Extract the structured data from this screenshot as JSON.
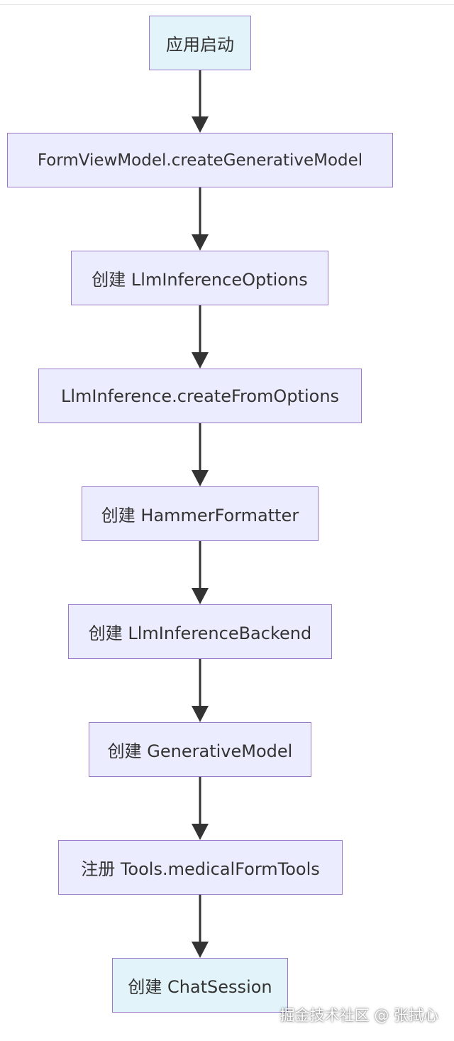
{
  "flowchart": {
    "nodes": [
      {
        "id": "n1",
        "label": "应用启动"
      },
      {
        "id": "n2",
        "label": "FormViewModel.createGenerativeModel"
      },
      {
        "id": "n3",
        "label": "创建 LlmInferenceOptions"
      },
      {
        "id": "n4",
        "label": "LlmInference.createFromOptions"
      },
      {
        "id": "n5",
        "label": "创建 HammerFormatter"
      },
      {
        "id": "n6",
        "label": "创建 LlmInferenceBackend"
      },
      {
        "id": "n7",
        "label": "创建 GenerativeModel"
      },
      {
        "id": "n8",
        "label": "注册 Tools.medicalFormTools"
      },
      {
        "id": "n9",
        "label": "创建 ChatSession"
      }
    ],
    "edges": [
      {
        "from": "n1",
        "to": "n2"
      },
      {
        "from": "n2",
        "to": "n3"
      },
      {
        "from": "n3",
        "to": "n4"
      },
      {
        "from": "n4",
        "to": "n5"
      },
      {
        "from": "n5",
        "to": "n6"
      },
      {
        "from": "n6",
        "to": "n7"
      },
      {
        "from": "n7",
        "to": "n8"
      },
      {
        "from": "n8",
        "to": "n9"
      }
    ]
  },
  "colors": {
    "node_fill": "#ececff",
    "start_end_fill": "#e2f4fa",
    "node_border": "#9a79c9",
    "edge": "#333333"
  },
  "watermark": "掘金技术社区 @ 张拭心"
}
